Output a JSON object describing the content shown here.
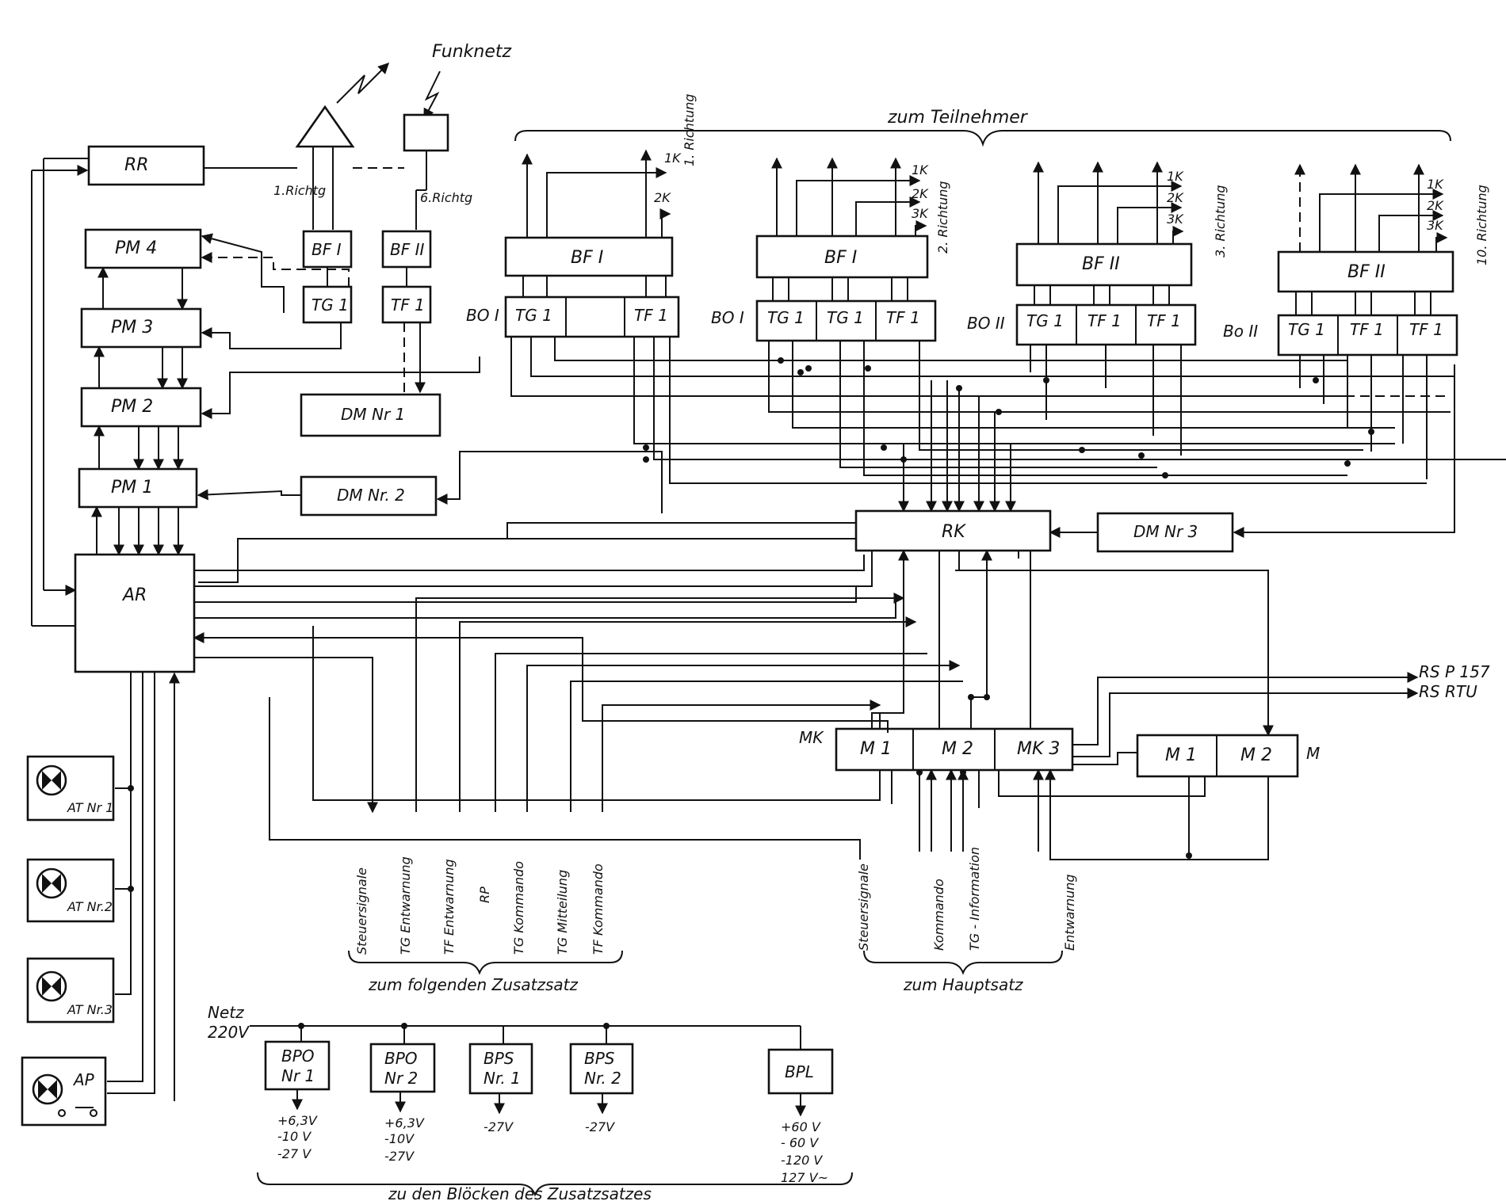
{
  "top": {
    "funknetz": "Funknetz",
    "zum_teilnehmer": "zum Teilnehmer"
  },
  "radio": {
    "rr": "RR",
    "richtg1": "1.Richtg",
    "richtg6": "6.Richtg",
    "bf1": "BF I",
    "bf2": "BF II",
    "tg1": "TG 1",
    "tf1": "TF 1"
  },
  "pm": {
    "pm4": "PM 4",
    "pm3": "PM 3",
    "pm2": "PM 2",
    "pm1": "PM 1",
    "ar": "AR"
  },
  "dm": {
    "dm1": "DM Nr 1",
    "dm2": "DM Nr. 2",
    "dm3": "DM Nr 3"
  },
  "groups": [
    {
      "bf": "BF I",
      "bo": "BO I",
      "cells": [
        "TG 1",
        "",
        "TF 1"
      ],
      "dir": "1. Richtung",
      "k": [
        "1K",
        "2K"
      ]
    },
    {
      "bf": "BF I",
      "bo": "BO I",
      "cells": [
        "TG 1",
        "TG 1",
        "TF 1"
      ],
      "dir": "2. Richtung",
      "k": [
        "1K",
        "2K",
        "3K"
      ]
    },
    {
      "bf": "BF II",
      "bo": "BO II",
      "cells": [
        "TG 1",
        "TF 1",
        "TF 1"
      ],
      "dir": "3. Richtung",
      "k": [
        "1K",
        "2K",
        "3K"
      ]
    },
    {
      "bf": "BF II",
      "bo": "Bo II",
      "cells": [
        "TG 1",
        "TF 1",
        "TF 1"
      ],
      "dir": "10. Richtung",
      "k": [
        "1K",
        "2K",
        "3K"
      ]
    }
  ],
  "center": {
    "rk": "RK"
  },
  "mk": {
    "label": "MK",
    "m1": "M 1",
    "m2": "M 2",
    "mk3": "MK 3"
  },
  "m": {
    "label": "M",
    "m1": "M 1",
    "m2": "M 2"
  },
  "rs": {
    "rs1": "RS P 157",
    "rs2": "RS RTU"
  },
  "signals_left": [
    "Steuersignale",
    "TG Entwarnung",
    "TF Entwarnung",
    "RP",
    "TG Kommando",
    "TG Mitteilung",
    "TF Kommando"
  ],
  "signals_right": [
    "Steuersignale",
    "Kommando",
    "TG - Information",
    "Entwarnung"
  ],
  "caption_left": "zum folgenden Zusatzsatz",
  "caption_right": "zum Hauptsatz",
  "at": [
    "AT Nr 1",
    "AT Nr.2",
    "AT Nr.3",
    "AP"
  ],
  "power": {
    "netz": "Netz",
    "voltage": "220V",
    "units": [
      {
        "name": "BPO",
        "nr": "Nr 1",
        "out": [
          "+6,3V",
          "-10 V",
          "-27 V"
        ]
      },
      {
        "name": "BPO",
        "nr": "Nr 2",
        "out": [
          "+6,3V",
          "-10V",
          "-27V"
        ]
      },
      {
        "name": "BPS",
        "nr": "Nr. 1",
        "out": [
          "-27V"
        ]
      },
      {
        "name": "BPS",
        "nr": "Nr. 2",
        "out": [
          "-27V"
        ]
      },
      {
        "name": "BPL",
        "nr": "",
        "out": [
          "+60 V",
          "- 60 V",
          "-120 V",
          "127 V~"
        ]
      }
    ],
    "caption": "zu den Blöcken des Zusatzsatzes"
  }
}
